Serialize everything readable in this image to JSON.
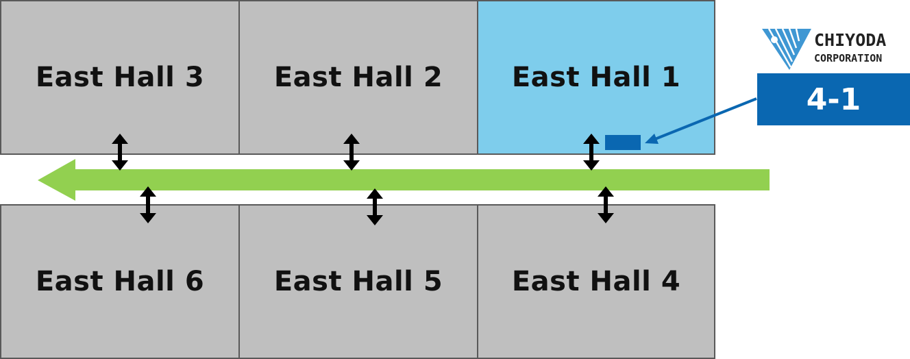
{
  "halls": {
    "hall3": {
      "label": "East Hall 3"
    },
    "hall2": {
      "label": "East Hall 2"
    },
    "hall1": {
      "label": "East Hall 1"
    },
    "hall6": {
      "label": "East Hall 6"
    },
    "hall5": {
      "label": "East Hall 5"
    },
    "hall4": {
      "label": "East Hall 4"
    }
  },
  "booth": {
    "label": "4-1"
  },
  "logo": {
    "name": "CHIYODA",
    "subtitle": "CORPORATION"
  },
  "colors": {
    "hall_fill": "#bfbfbf",
    "highlight_fill": "#7ecdec",
    "walkway_arrow": "#92d050",
    "booth_blue": "#0a67b1"
  }
}
